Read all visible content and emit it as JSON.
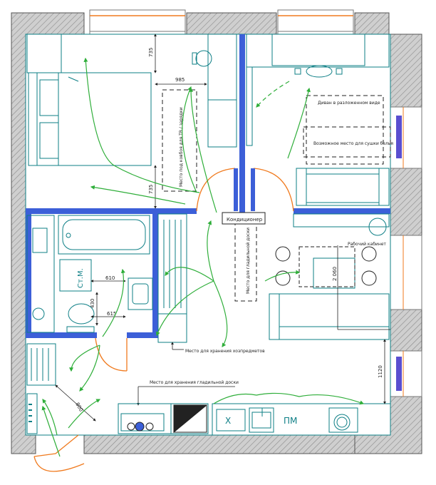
{
  "colors": {
    "wall_fill": "#cfcfcf",
    "wall_hatch": "#8a8a8a",
    "partition": "#3c5fd8",
    "furniture": "#0e7f86",
    "flow": "#2fae3a",
    "door": "#f07a1e",
    "window_blue": "#5a4fd0",
    "annotation": "#222222"
  },
  "icons": {
    "flow": "green-arrow-icon",
    "door": "door-swing-icon",
    "window": "window-icon"
  },
  "labels": {
    "conditioner": "Кондиционер",
    "tv_place": "Место под ковбоя для ТВ / зарядки",
    "sofa_bed": "Диван в разложенном виде",
    "drying_place": "Возможное место для сушки белья",
    "ironing_place": "Место для гладильной доски",
    "workplace": "Рабочий кабинет",
    "storage_household": "Место для хранения хозпредметов",
    "storage_board": "Место для хранения гладильной доски",
    "shower_board": "Ст.М.",
    "x": "Х",
    "pm": "ПМ"
  },
  "dimensions": {
    "d735_top": "735",
    "d985": "985",
    "d735_bottom": "735",
    "d610": "610",
    "d430": "430",
    "d615": "615",
    "d2060": "2 060",
    "d1120": "1120",
    "d800": "800"
  }
}
